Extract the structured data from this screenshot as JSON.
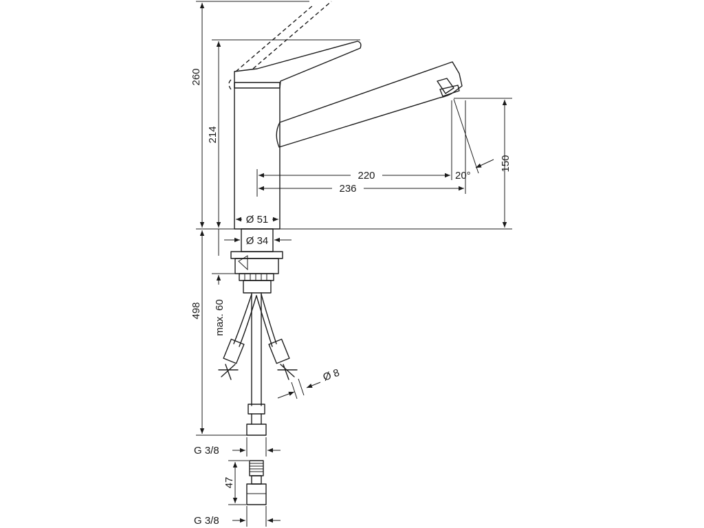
{
  "dimensions": {
    "total_height": "260",
    "spout_height": "214",
    "spout_reach_inner": "220",
    "spout_reach_outer": "236",
    "aerator_height": "150",
    "swivel_angle": "20°",
    "body_diameter": "Ø 51",
    "shank_diameter": "Ø 34",
    "hose_length": "498",
    "counter_thickness": "max. 60",
    "hose_diameter": "Ø 8",
    "thread_top": "G 3/8",
    "adapter_length": "47",
    "thread_bottom": "G 3/8"
  }
}
